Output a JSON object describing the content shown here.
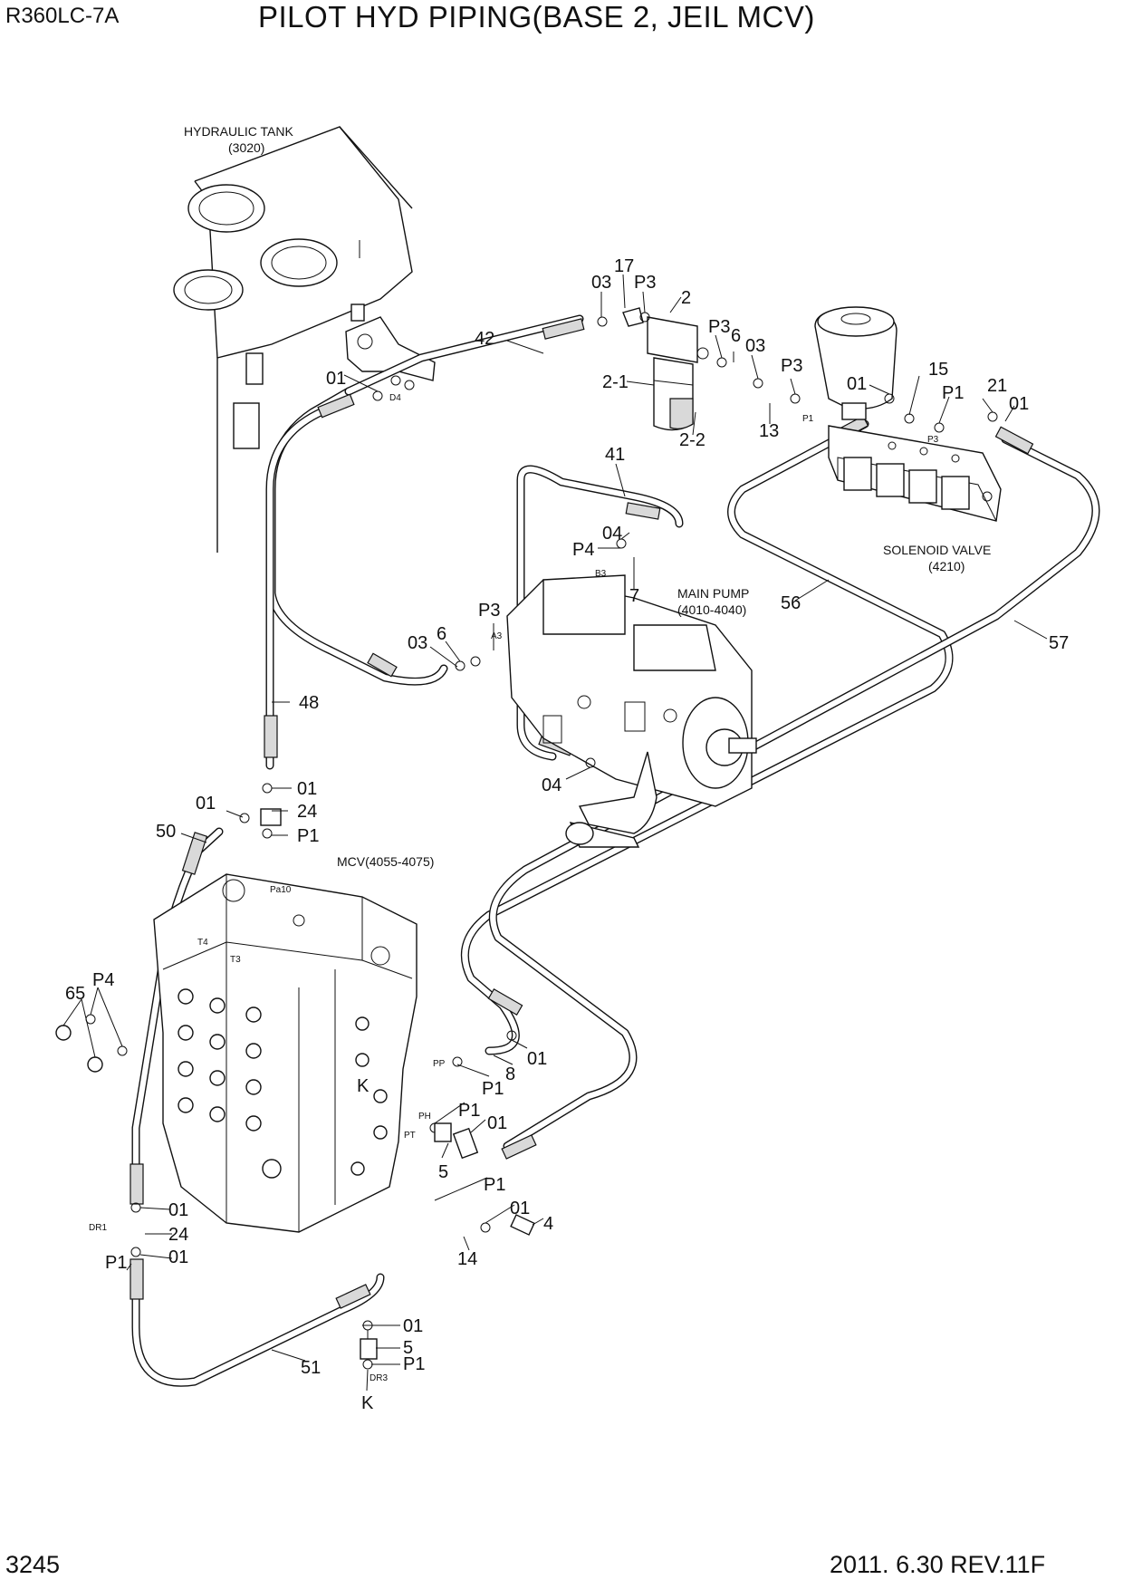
{
  "header": {
    "model": "R360LC-7A",
    "title": "PILOT HYD PIPING(BASE 2, JEIL MCV)"
  },
  "footer": {
    "page_number": "3245",
    "revision": "2011. 6.30  REV.11F"
  },
  "components": [
    {
      "name": "HYDRAULIC TANK",
      "ref": "(3020)"
    },
    {
      "name": "SOLENOID VALVE",
      "ref": "(4210)"
    },
    {
      "name": "MAIN PUMP",
      "ref": "(4010-4040)"
    },
    {
      "name": "MCV(4055-4075)",
      "ref": ""
    }
  ],
  "callouts": [
    {
      "id": "c01",
      "label": "03"
    },
    {
      "id": "c02",
      "label": "17"
    },
    {
      "id": "c03",
      "label": "P3"
    },
    {
      "id": "c04",
      "label": "2"
    },
    {
      "id": "c05",
      "label": "P3"
    },
    {
      "id": "c06",
      "label": "6"
    },
    {
      "id": "c07",
      "label": "03"
    },
    {
      "id": "c08",
      "label": "P3"
    },
    {
      "id": "c09",
      "label": "42"
    },
    {
      "id": "c10",
      "label": "2-1"
    },
    {
      "id": "c11",
      "label": "01"
    },
    {
      "id": "c12",
      "label": "15"
    },
    {
      "id": "c13",
      "label": "P1"
    },
    {
      "id": "c14",
      "label": "21"
    },
    {
      "id": "c15",
      "label": "01"
    },
    {
      "id": "c16",
      "label": "01"
    },
    {
      "id": "c17",
      "label": "13"
    },
    {
      "id": "c18",
      "label": "2-2"
    },
    {
      "id": "c19",
      "label": "41"
    },
    {
      "id": "c20",
      "label": "04"
    },
    {
      "id": "c21",
      "label": "P4"
    },
    {
      "id": "c22",
      "label": "7"
    },
    {
      "id": "c23",
      "label": "56"
    },
    {
      "id": "c24",
      "label": "57"
    },
    {
      "id": "c25",
      "label": "P3"
    },
    {
      "id": "c26",
      "label": "6"
    },
    {
      "id": "c27",
      "label": "03"
    },
    {
      "id": "c28",
      "label": "48"
    },
    {
      "id": "c29",
      "label": "04"
    },
    {
      "id": "c30",
      "label": "01"
    },
    {
      "id": "c31",
      "label": "01"
    },
    {
      "id": "c32",
      "label": "24"
    },
    {
      "id": "c33",
      "label": "50"
    },
    {
      "id": "c34",
      "label": "P1"
    },
    {
      "id": "c35",
      "label": "P4"
    },
    {
      "id": "c36",
      "label": "65"
    },
    {
      "id": "c37",
      "label": "01"
    },
    {
      "id": "c38",
      "label": "8"
    },
    {
      "id": "c39",
      "label": "P1"
    },
    {
      "id": "c40",
      "label": "K"
    },
    {
      "id": "c41",
      "label": "P1"
    },
    {
      "id": "c42",
      "label": "01"
    },
    {
      "id": "c43",
      "label": "5"
    },
    {
      "id": "c44",
      "label": "P1"
    },
    {
      "id": "c45",
      "label": "01"
    },
    {
      "id": "c46",
      "label": "4"
    },
    {
      "id": "c47",
      "label": "14"
    },
    {
      "id": "c48",
      "label": "01"
    },
    {
      "id": "c49",
      "label": "24"
    },
    {
      "id": "c50",
      "label": "P1"
    },
    {
      "id": "c51",
      "label": "01"
    },
    {
      "id": "c52",
      "label": "01"
    },
    {
      "id": "c53",
      "label": "5"
    },
    {
      "id": "c54",
      "label": "51"
    },
    {
      "id": "c55",
      "label": "P1"
    },
    {
      "id": "c56",
      "label": "K"
    }
  ],
  "port_labels": [
    {
      "id": "p01",
      "label": "D4"
    },
    {
      "id": "p02",
      "label": "P1"
    },
    {
      "id": "p03",
      "label": "P3"
    },
    {
      "id": "p04",
      "label": "B3"
    },
    {
      "id": "p05",
      "label": "A3"
    },
    {
      "id": "p06",
      "label": "Pa10"
    },
    {
      "id": "p07",
      "label": "T4"
    },
    {
      "id": "p08",
      "label": "T3"
    },
    {
      "id": "p09",
      "label": "PP"
    },
    {
      "id": "p10",
      "label": "PH"
    },
    {
      "id": "p11",
      "label": "PT"
    },
    {
      "id": "p12",
      "label": "DR1"
    },
    {
      "id": "p13",
      "label": "DR3"
    }
  ]
}
